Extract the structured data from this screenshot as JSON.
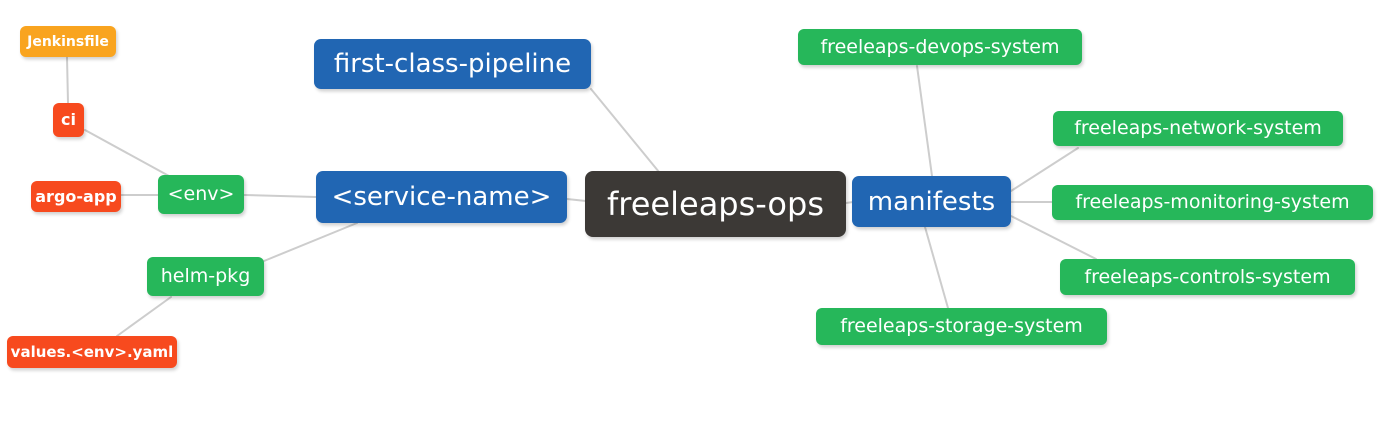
{
  "diagram": {
    "type": "mindmap",
    "root": {
      "label": "freeleaps-ops"
    },
    "nodes": {
      "first_class_pipeline": {
        "label": "first-class-pipeline",
        "level": 1
      },
      "service_name": {
        "label": "<service-name>",
        "level": 1
      },
      "manifests": {
        "label": "manifests",
        "level": 1
      },
      "env": {
        "label": "<env>",
        "level": 2
      },
      "helm_pkg": {
        "label": "helm-pkg",
        "level": 2
      },
      "ci": {
        "label": "ci",
        "level": 3
      },
      "argo_app": {
        "label": "argo-app",
        "level": 3
      },
      "values_env_yaml": {
        "label": "values.<env>.yaml",
        "level": 3
      },
      "jenkinsfile": {
        "label": "Jenkinsfile",
        "level": 4
      },
      "devops_system": {
        "label": "freeleaps-devops-system",
        "level": 2
      },
      "network_system": {
        "label": "freeleaps-network-system",
        "level": 2
      },
      "monitoring_system": {
        "label": "freeleaps-monitoring-system",
        "level": 2
      },
      "controls_system": {
        "label": "freeleaps-controls-system",
        "level": 2
      },
      "storage_system": {
        "label": "freeleaps-storage-system",
        "level": 2
      }
    },
    "edges": [
      {
        "from": "freeleaps-ops",
        "to": "first-class-pipeline"
      },
      {
        "from": "freeleaps-ops",
        "to": "<service-name>"
      },
      {
        "from": "freeleaps-ops",
        "to": "manifests"
      },
      {
        "from": "<service-name>",
        "to": "<env>"
      },
      {
        "from": "<service-name>",
        "to": "helm-pkg"
      },
      {
        "from": "<env>",
        "to": "ci"
      },
      {
        "from": "<env>",
        "to": "argo-app"
      },
      {
        "from": "ci",
        "to": "Jenkinsfile"
      },
      {
        "from": "helm-pkg",
        "to": "values.<env>.yaml"
      },
      {
        "from": "manifests",
        "to": "freeleaps-devops-system"
      },
      {
        "from": "manifests",
        "to": "freeleaps-network-system"
      },
      {
        "from": "manifests",
        "to": "freeleaps-monitoring-system"
      },
      {
        "from": "manifests",
        "to": "freeleaps-controls-system"
      },
      {
        "from": "manifests",
        "to": "freeleaps-storage-system"
      }
    ],
    "colors": {
      "root_bg": "#3c3936",
      "level1_bg": "#2166b3",
      "level2_bg": "#26b75a",
      "level3_bg": "#f74a1e",
      "level4_bg": "#f9a41f",
      "edge_color": "#cdcdcd",
      "text_color": "#ffffff"
    }
  }
}
